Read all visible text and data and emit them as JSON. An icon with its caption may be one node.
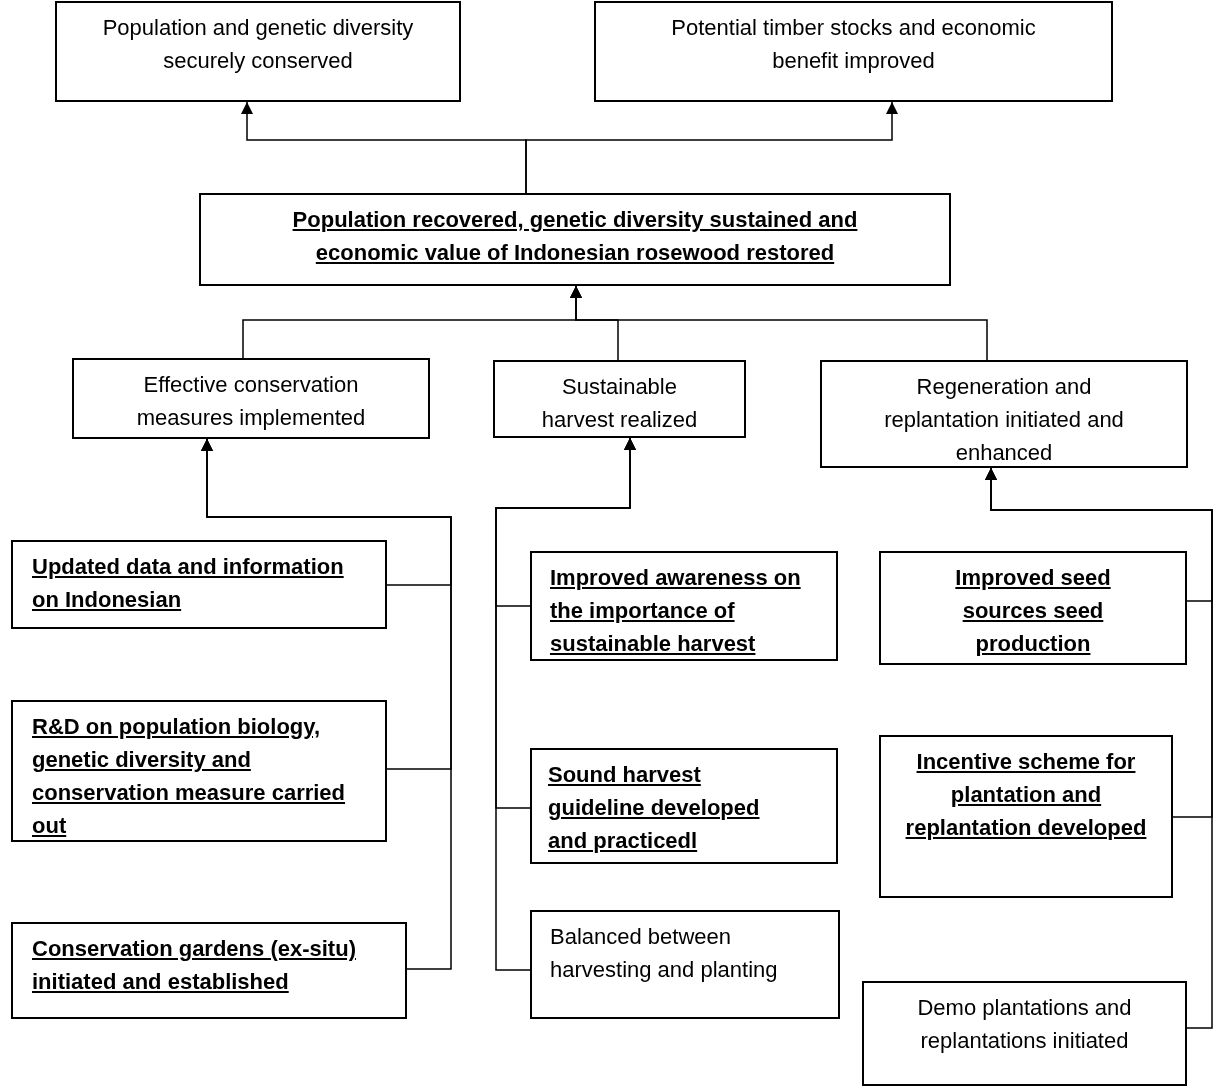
{
  "diagram": {
    "nodes": [
      {
        "text": [
          "Population and genetic diversity securely conserved"
        ]
      },
      {
        "text": [
          "Potential timber stocks and economic benefit improved"
        ]
      },
      {
        "text": [
          "Population recovered, genetic diversity sustained and economic value of Indonesian rosewood restored"
        ]
      },
      {
        "text": [
          "Effective conservation measures implemented"
        ]
      },
      {
        "text": [
          "Sustainable harvest realized"
        ]
      },
      {
        "text": [
          "Regeneration and replantation initiated and enhanced"
        ]
      },
      {
        "text": [
          "Updated data and information on Indonesian"
        ]
      },
      {
        "text": [
          "R&D on population biology, genetic diversity and conservation measure carried out"
        ]
      },
      {
        "text": [
          "Conservation gardens (ex-situ) initiated and established"
        ]
      },
      {
        "text": [
          "Improved awareness on the importance of sustainable harvest"
        ]
      },
      {
        "text": [
          "Sound harvest guideline developed and practicedl"
        ]
      },
      {
        "text": [
          "Balanced between harvesting and planting"
        ]
      },
      {
        "text": [
          "Improved seed sources seed production"
        ]
      },
      {
        "text": [
          "Incentive scheme for plantation and replantation developed"
        ]
      },
      {
        "text": [
          "Demo plantations and replantations initiated"
        ]
      }
    ],
    "edges": [
      {
        "from": 2,
        "to": 0,
        "arrow": "to"
      },
      {
        "from": 2,
        "to": 1,
        "arrow": "to"
      },
      {
        "from": 3,
        "to": 2,
        "arrow": "to"
      },
      {
        "from": 4,
        "to": 2,
        "arrow": "to"
      },
      {
        "from": 5,
        "to": 2,
        "arrow": "to"
      },
      {
        "from": 6,
        "to": 3,
        "arrow": "to"
      },
      {
        "from": 7,
        "to": 3,
        "arrow": "to"
      },
      {
        "from": 8,
        "to": 3,
        "arrow": "to"
      },
      {
        "from": 9,
        "to": 4,
        "arrow": "to"
      },
      {
        "from": 10,
        "to": 4,
        "arrow": "to"
      },
      {
        "from": 11,
        "to": 4,
        "arrow": "to"
      },
      {
        "from": 12,
        "to": 5,
        "arrow": "to"
      },
      {
        "from": 13,
        "to": 5,
        "arrow": "to"
      },
      {
        "from": 14,
        "to": 5,
        "arrow": "to"
      }
    ]
  }
}
